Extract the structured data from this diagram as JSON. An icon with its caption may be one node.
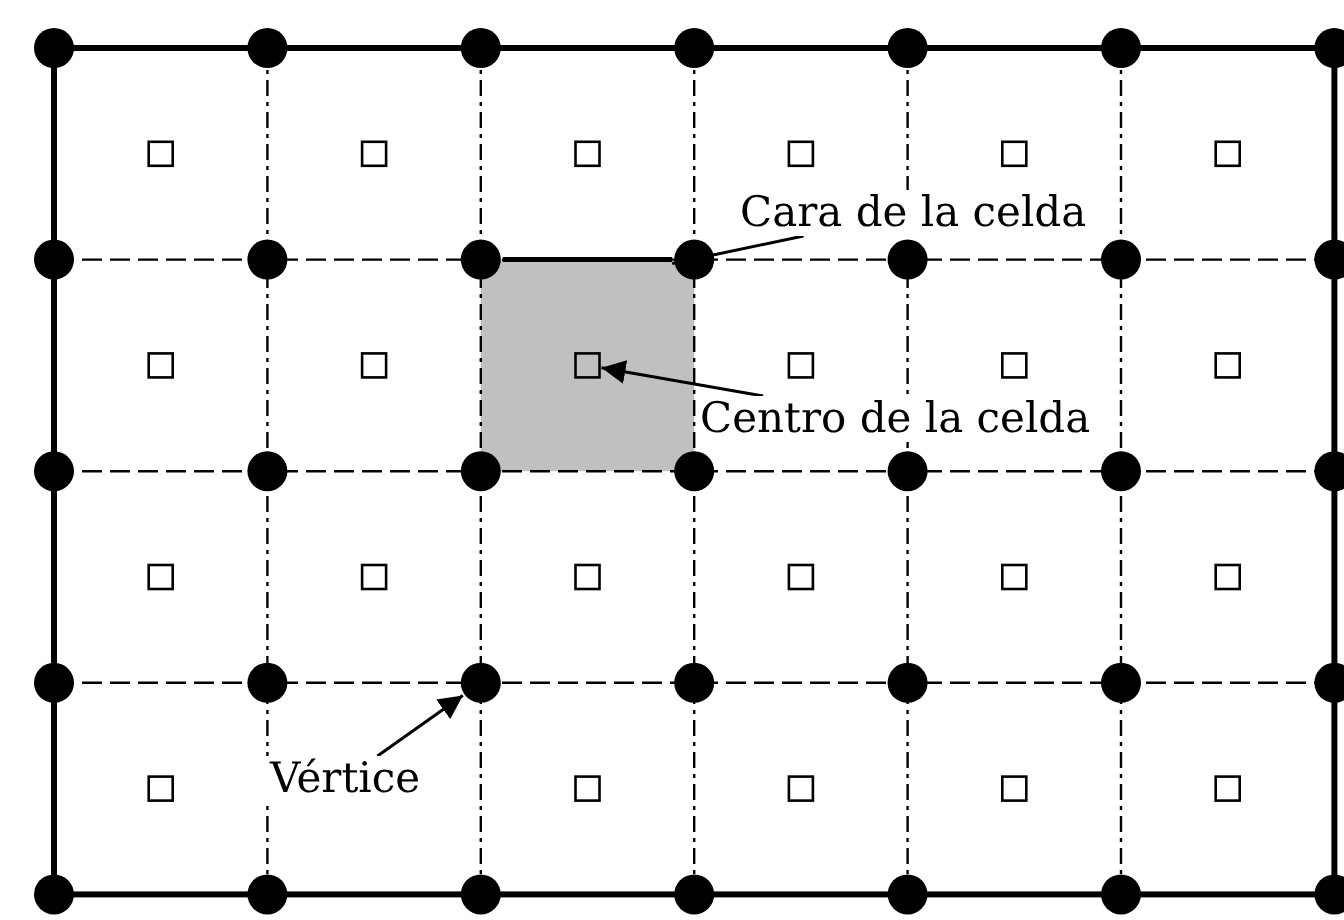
{
  "diagram": {
    "nodes": [
      {
        "text": [],
        "shape": "circle"
      },
      {
        "text": [],
        "shape": "circle"
      },
      {
        "text": [],
        "shape": "circle"
      },
      {
        "text": [],
        "shape": "circle"
      },
      {
        "text": [],
        "shape": "circle"
      },
      {
        "text": [],
        "shape": "circle"
      },
      {
        "text": [],
        "shape": "circle"
      },
      {
        "text": [],
        "shape": "circle"
      },
      {
        "text": [],
        "shape": "circle"
      },
      {
        "text": [],
        "shape": "circle"
      },
      {
        "text": [],
        "shape": "circle"
      },
      {
        "text": [],
        "shape": "circle"
      },
      {
        "text": [],
        "shape": "circle"
      },
      {
        "text": [],
        "shape": "circle"
      },
      {
        "text": [],
        "shape": "circle"
      },
      {
        "text": [],
        "shape": "circle"
      },
      {
        "text": [],
        "shape": "circle"
      },
      {
        "text": [],
        "shape": "circle"
      },
      {
        "text": [],
        "shape": "circle"
      },
      {
        "text": [],
        "shape": "circle"
      },
      {
        "text": [],
        "shape": "circle"
      },
      {
        "text": [],
        "shape": "circle"
      },
      {
        "text": [],
        "shape": "circle"
      },
      {
        "text": [],
        "shape": "circle"
      },
      {
        "text": [],
        "shape": "circle"
      },
      {
        "text": [],
        "shape": "circle"
      },
      {
        "text": [],
        "shape": "circle"
      },
      {
        "text": [],
        "shape": "circle"
      },
      {
        "text": [],
        "shape": "circle"
      },
      {
        "text": [],
        "shape": "circle"
      },
      {
        "text": [],
        "shape": "circle"
      },
      {
        "text": [],
        "shape": "circle"
      },
      {
        "text": [],
        "shape": "circle"
      },
      {
        "text": [],
        "shape": "circle"
      },
      {
        "text": [],
        "shape": "circle"
      },
      {
        "text": [],
        "shape": "box"
      },
      {
        "text": [],
        "shape": "box"
      },
      {
        "text": [],
        "shape": "box"
      },
      {
        "text": [],
        "shape": "box"
      },
      {
        "text": [],
        "shape": "box"
      },
      {
        "text": [],
        "shape": "box"
      },
      {
        "text": [],
        "shape": "box"
      },
      {
        "text": [],
        "shape": "box"
      },
      {
        "text": [],
        "shape": "box"
      },
      {
        "text": [],
        "shape": "box"
      },
      {
        "text": [],
        "shape": "box"
      },
      {
        "text": [],
        "shape": "box"
      },
      {
        "text": [],
        "shape": "box"
      },
      {
        "text": [],
        "shape": "box"
      },
      {
        "text": [],
        "shape": "box"
      },
      {
        "text": [],
        "shape": "box"
      },
      {
        "text": [],
        "shape": "box"
      },
      {
        "text": [],
        "shape": "box"
      },
      {
        "text": [],
        "shape": "box"
      },
      {
        "text": [],
        "shape": "box"
      },
      {
        "text": [],
        "shape": "box"
      },
      {
        "text": [],
        "shape": "box"
      },
      {
        "text": [],
        "shape": "box"
      },
      {
        "text": [
          "Cara de la celda"
        ]
      },
      {
        "text": [],
        "shape": "line"
      },
      {
        "text": [
          "Centro de la celda"
        ]
      },
      {
        "text": [
          "Vértice"
        ]
      }
    ],
    "edges": [
      {
        "from": 58,
        "to": 59,
        "arrow": "to"
      },
      {
        "from": 60,
        "to": 43,
        "arrow": "to"
      },
      {
        "from": 61,
        "to": 23,
        "arrow": "to"
      }
    ]
  }
}
